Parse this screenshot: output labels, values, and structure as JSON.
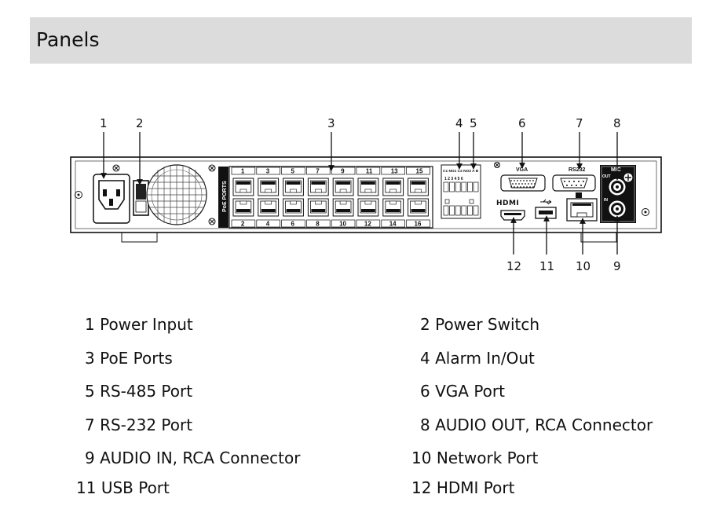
{
  "header": {
    "title": "Panels"
  },
  "callouts": [
    "1",
    "2",
    "3",
    "4",
    "5",
    "6",
    "7",
    "8",
    "9",
    "10",
    "11",
    "12"
  ],
  "panel": {
    "poe_label": "PoE PORTS",
    "top_port_numbers": [
      "1",
      "3",
      "5",
      "7",
      "9",
      "11",
      "13",
      "15"
    ],
    "bottom_port_numbers": [
      "2",
      "4",
      "6",
      "8",
      "10",
      "12",
      "14",
      "16"
    ],
    "vga_label": "VGA",
    "rs232_label": "RS232",
    "mic_label": "MIC",
    "out_label": "OUT",
    "in_label": "IN",
    "hdmi_label": "HDMI",
    "alarm_header": "C1 NO1 C2 NO2  A   B",
    "alarm_pins": "1  2  3  4  5  6"
  },
  "legend": [
    {
      "num": "1",
      "label": "Power Input"
    },
    {
      "num": "2",
      "label": "Power Switch"
    },
    {
      "num": "3",
      "label": "PoE Ports"
    },
    {
      "num": "4",
      "label": "Alarm In/Out"
    },
    {
      "num": "5",
      "label": "RS-485 Port"
    },
    {
      "num": "6",
      "label": "VGA Port"
    },
    {
      "num": "7",
      "label": "RS-232 Port"
    },
    {
      "num": "8",
      "label": "AUDIO OUT, RCA Connector"
    },
    {
      "num": "9",
      "label": "AUDIO IN, RCA Connector"
    },
    {
      "num": "10",
      "label": "Network Port"
    },
    {
      "num": "11",
      "label": "USB Port"
    },
    {
      "num": "12",
      "label": "HDMI Port"
    }
  ]
}
